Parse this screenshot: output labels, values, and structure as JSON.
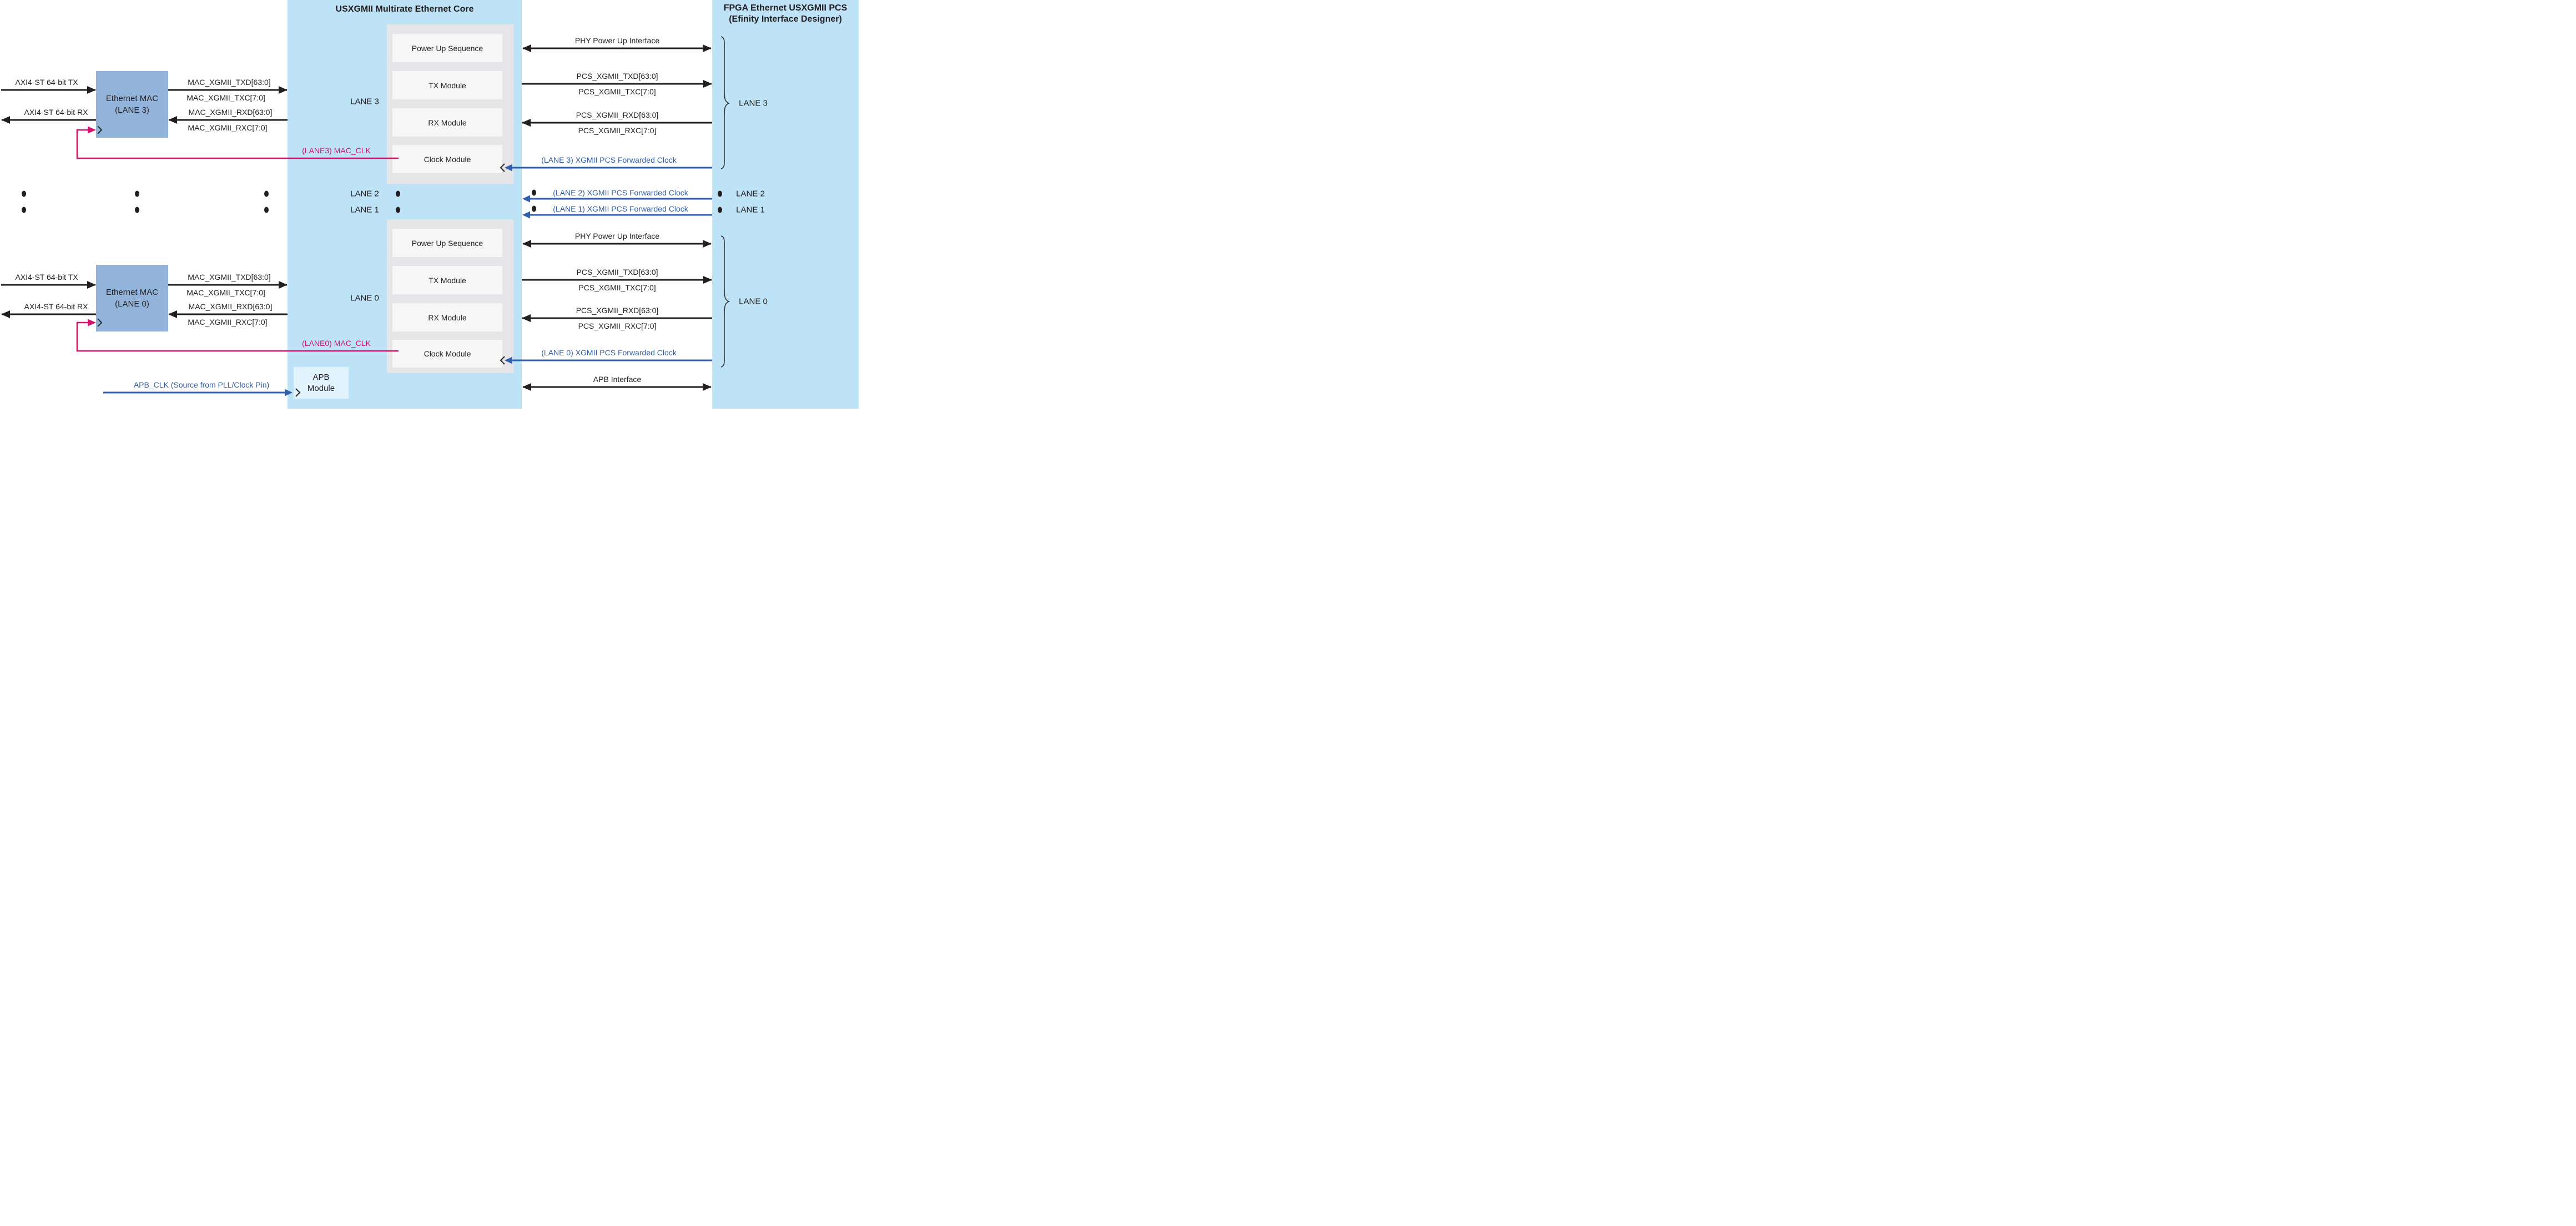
{
  "header": {
    "core_title": "USXGMII Multirate Ethernet Core",
    "pcs_title_line1": "FPGA Ethernet USXGMII PCS",
    "pcs_title_line2": "(Efinity Interface Designer)"
  },
  "colors": {
    "ink": "#231F20",
    "band": "#BEE3F7",
    "mac": "#92B4DB",
    "container": "#E6E6E8",
    "module": "#F6F6F7",
    "apb": "#E1F3FC",
    "magenta": "#D1136E",
    "blue": "#2F60A9"
  },
  "lane3": {
    "lane_label": "LANE 3",
    "mac_line1": "Ethernet MAC",
    "mac_line2": "(LANE 3)",
    "axi_tx": "AXI4-ST 64-bit TX",
    "axi_rx": "AXI4-ST 64-bit RX",
    "mac_txd": "MAC_XGMII_TXD[63:0]",
    "mac_txc": "MAC_XGMII_TXC[7:0]",
    "mac_rxd": "MAC_XGMII_RXD[63:0]",
    "mac_rxc": "MAC_XGMII_RXC[7:0]",
    "mac_clk": "(LANE3) MAC_CLK",
    "modules": [
      "Power Up Sequence",
      "TX Module",
      "RX Module",
      "Clock Module"
    ],
    "phy_if": "PHY Power Up Interface",
    "pcs_txd": "PCS_XGMII_TXD[63:0]",
    "pcs_txc": "PCS_XGMII_TXC[7:0]",
    "pcs_rxd": "PCS_XGMII_RXD[63:0]",
    "pcs_rxc": "PCS_XGMII_RXC[7:0]",
    "fwd_clk": "(LANE 3) XGMII PCS Forwarded Clock",
    "brace_label": "LANE 3"
  },
  "lane0": {
    "lane_label": "LANE 0",
    "mac_line1": "Ethernet MAC",
    "mac_line2": "(LANE 0)",
    "axi_tx": "AXI4-ST 64-bit TX",
    "axi_rx": "AXI4-ST 64-bit RX",
    "mac_txd": "MAC_XGMII_TXD[63:0]",
    "mac_txc": "MAC_XGMII_TXC[7:0]",
    "mac_rxd": "MAC_XGMII_RXD[63:0]",
    "mac_rxc": "MAC_XGMII_RXC[7:0]",
    "mac_clk": "(LANE0) MAC_CLK",
    "modules": [
      "Power Up Sequence",
      "TX Module",
      "RX Module",
      "Clock Module"
    ],
    "phy_if": "PHY Power Up Interface",
    "pcs_txd": "PCS_XGMII_TXD[63:0]",
    "pcs_txc": "PCS_XGMII_TXC[7:0]",
    "pcs_rxd": "PCS_XGMII_RXD[63:0]",
    "pcs_rxc": "PCS_XGMII_RXC[7:0]",
    "fwd_clk": "(LANE 0) XGMII PCS Forwarded Clock",
    "brace_label": "LANE 0"
  },
  "middle": {
    "lane2_label": "LANE 2",
    "lane1_label": "LANE 1",
    "lane2_fwd": "(LANE 2) XGMII PCS Forwarded Clock",
    "lane1_fwd": "(LANE 1) XGMII PCS Forwarded Clock",
    "right_lane2": "LANE 2",
    "right_lane1": "LANE 1"
  },
  "apb": {
    "clk_label": "APB_CLK (Source from PLL/Clock Pin)",
    "module_line1": "APB",
    "module_line2": "Module",
    "interface_label": "APB Interface"
  }
}
